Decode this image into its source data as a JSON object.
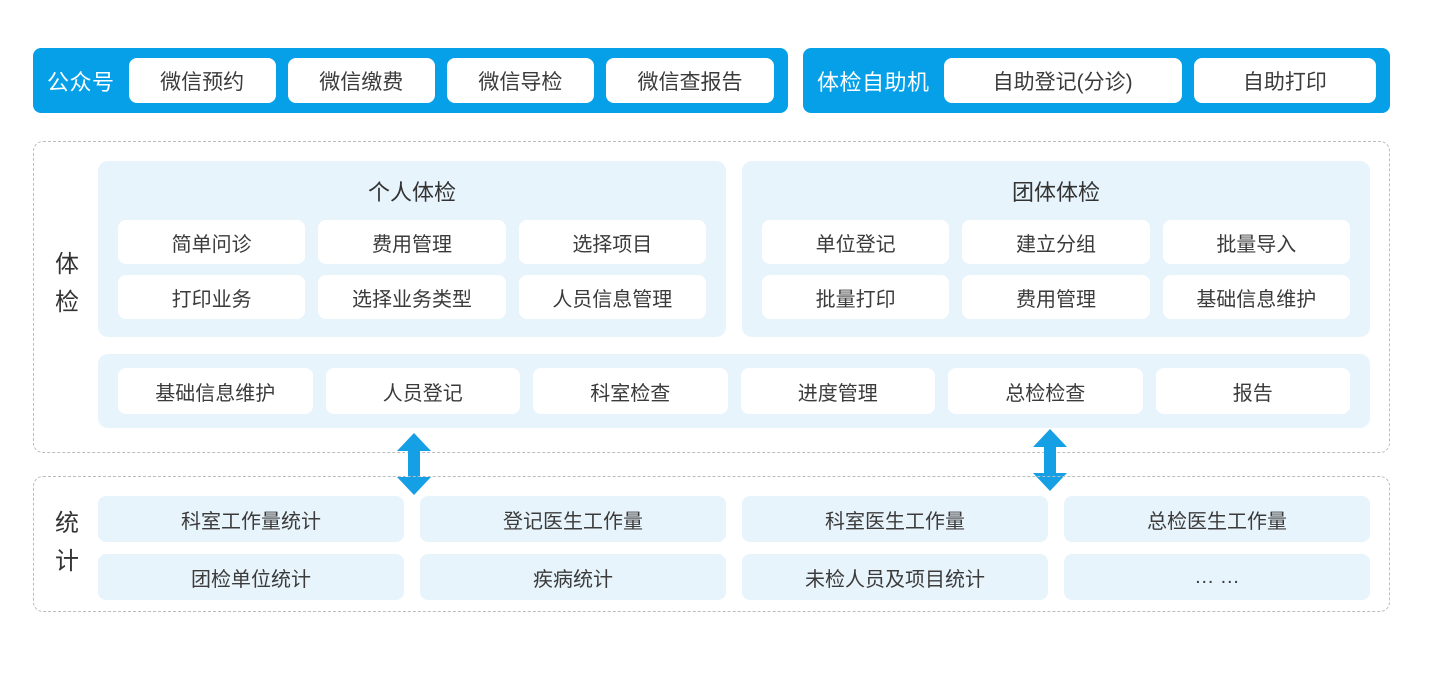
{
  "header": {
    "channels": [
      {
        "label": "公众号",
        "items": [
          "微信预约",
          "微信缴费",
          "微信导检",
          "微信查报告"
        ]
      },
      {
        "label": "体检自助机",
        "items": [
          "自助登记(分诊)",
          "自助打印"
        ]
      }
    ]
  },
  "exam_section": {
    "side_label_chars": [
      "体",
      "检"
    ],
    "panels": [
      {
        "title": "个人体检",
        "rows": [
          [
            "简单问诊",
            "费用管理",
            "选择项目"
          ],
          [
            "打印业务",
            "选择业务类型",
            "人员信息管理"
          ]
        ]
      },
      {
        "title": "团体体检",
        "rows": [
          [
            "单位登记",
            "建立分组",
            "批量导入"
          ],
          [
            "批量打印",
            "费用管理",
            "基础信息维护"
          ]
        ]
      }
    ],
    "flow": [
      "基础信息维护",
      "人员登记",
      "科室检查",
      "进度管理",
      "总检检查",
      "报告"
    ]
  },
  "stats_section": {
    "side_label_chars": [
      "统",
      "计"
    ],
    "rows": [
      [
        "科室工作量统计",
        "登记医生工作量",
        "科室医生工作量",
        "总检医生工作量"
      ],
      [
        "团检单位统计",
        "疾病统计",
        "未检人员及项目统计",
        "… …"
      ]
    ]
  },
  "connectors": [
    {
      "name": "exam-to-stats-arrow-left",
      "direction": "bidirectional-vertical"
    },
    {
      "name": "exam-to-stats-arrow-right",
      "direction": "bidirectional-vertical"
    }
  ],
  "colors": {
    "brand_blue": "#06a0e8",
    "panel_light_blue": "#e8f4fc",
    "tile_white": "#ffffff",
    "dashed_border": "#b9bcc0",
    "text": "#333333"
  }
}
